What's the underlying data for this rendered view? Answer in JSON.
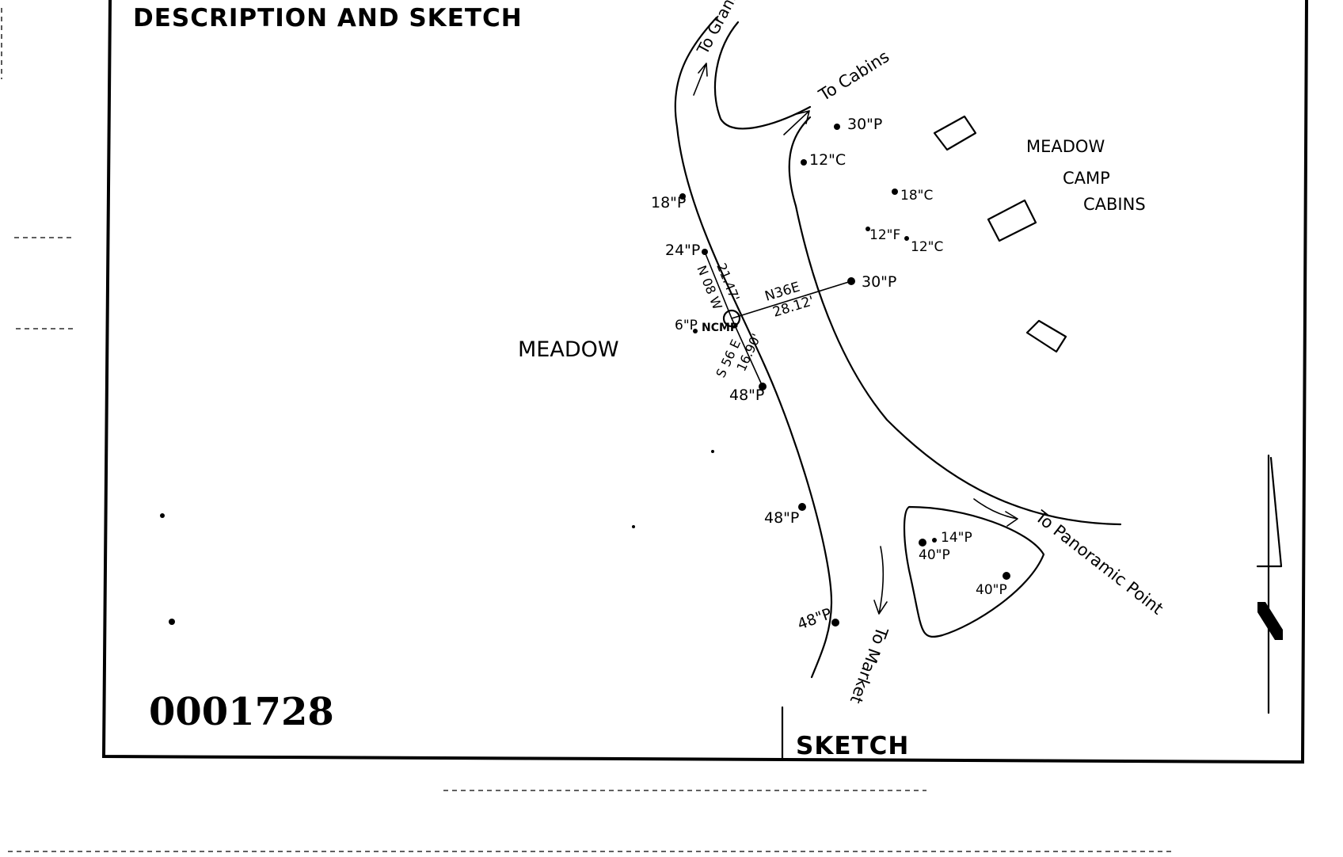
{
  "header": {
    "title": "DESCRIPTION AND SKETCH",
    "sketch_label": "SKETCH",
    "serial_number": "0001728"
  },
  "areas": {
    "meadow": "MEADOW",
    "camp_line1": "MEADOW",
    "camp_line2": "CAMP",
    "camp_line3": "CABINS"
  },
  "roads": {
    "to_grant_tree": "To Grant Tree",
    "to_cabins": "To Cabins",
    "to_panoramic_point": "To Panoramic Point",
    "to_market": "To Market"
  },
  "survey": {
    "station_label": "NCMP",
    "line_ne_bearing": "N36E",
    "line_ne_distance": "28.12'",
    "line_n_bearing": "N 08 W",
    "line_n_distance": "21.47'",
    "line_s_bearing": "S 56 E",
    "line_s_distance": "16.90'"
  },
  "trees": [
    {
      "label": "30\"P"
    },
    {
      "label": "12\"C"
    },
    {
      "label": "18\"C"
    },
    {
      "label": "12\"F"
    },
    {
      "label": "12\"C"
    },
    {
      "label": "18\"P"
    },
    {
      "label": "24\"P"
    },
    {
      "label": "30\"P"
    },
    {
      "label": "6\"P"
    },
    {
      "label": "48\"P"
    },
    {
      "label": "48\"P"
    },
    {
      "label": "48\"P"
    },
    {
      "label": "14\"P"
    },
    {
      "label": "40\"P"
    },
    {
      "label": "40\"P"
    }
  ],
  "colors": {
    "ink": "#000000",
    "paper": "#ffffff"
  },
  "icons": {
    "north_arrow": "north-arrow-icon"
  }
}
